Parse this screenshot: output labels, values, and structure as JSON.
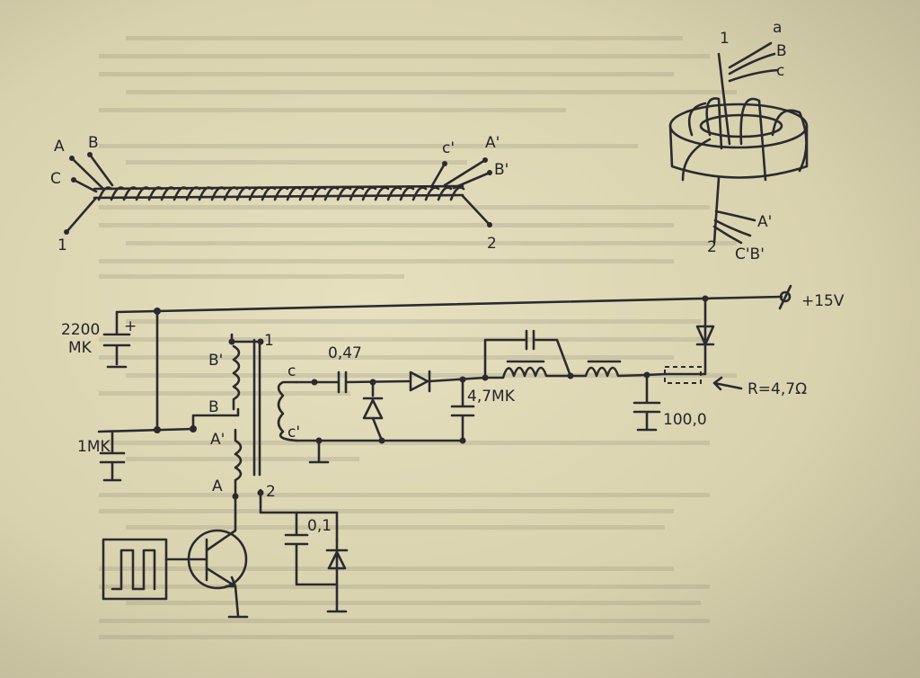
{
  "cable": {
    "left": {
      "a": "A",
      "b": "B",
      "c": "C",
      "one": "1"
    },
    "right": {
      "c": "c'",
      "a": "A'",
      "b": "B'",
      "two": "2"
    }
  },
  "toroid": {
    "top": {
      "one": "1",
      "a": "a",
      "b": "B",
      "c": "c"
    },
    "bottom": {
      "a": "A'",
      "two": "2",
      "cb": "C'B'"
    }
  },
  "circuit": {
    "supply": "+15V",
    "c_bulk": "2200",
    "c_bulk_unit": "MK",
    "c_small": "1MK",
    "windings": {
      "b_prime": "B'",
      "b": "B",
      "a_prime": "A'",
      "a": "A",
      "one": "1",
      "two": "2",
      "c": "c",
      "c_prime": "c'"
    },
    "c_coupling": "0,47",
    "c_mid": "4,7MK",
    "c_out": "100,0",
    "c_snub": "0,1",
    "resistor": "R=4,7Ω"
  }
}
